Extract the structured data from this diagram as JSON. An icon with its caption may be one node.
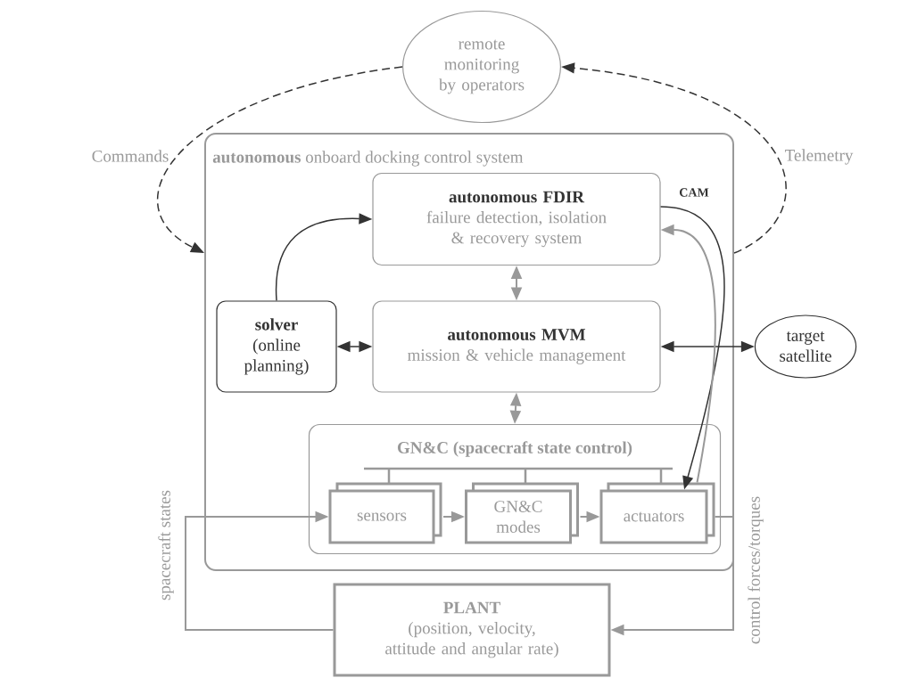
{
  "diagram": {
    "nodes": [
      {
        "text": [
          "remote monitoring by operators"
        ]
      },
      {
        "text": [
          "**autonomous** onboard docking control system"
        ]
      },
      {
        "text": [
          "autonomous FDIR",
          "failure detection, isolation & recovery system"
        ],
        "in": 1
      },
      {
        "text": [
          "solver",
          "(online planning)"
        ],
        "in": 1
      },
      {
        "text": [
          "autonomous MVM",
          "mission & vehicle management"
        ],
        "in": 1
      },
      {
        "text": [
          "GN&C (spacecraft state control)"
        ],
        "in": 1
      },
      {
        "text": [
          "sensors"
        ],
        "in": 5
      },
      {
        "text": [
          "GN&C modes"
        ],
        "in": 5
      },
      {
        "text": [
          "actuators"
        ],
        "in": 5
      },
      {
        "text": [
          "target satellite"
        ]
      },
      {
        "text": [
          "PLANT",
          "(position, velocity, attitude and angular rate)"
        ]
      }
    ],
    "edges": [
      {
        "from": 0,
        "to": 1,
        "arrow": "to",
        "label": "Commands",
        "style": "dashed",
        "color": "#333333"
      },
      {
        "from": 1,
        "to": 0,
        "arrow": "to",
        "label": "Telemetry",
        "style": "dashed",
        "color": "#333333"
      },
      {
        "from": 3,
        "to": 2,
        "arrow": "to",
        "color": "#333333"
      },
      {
        "from": 3,
        "to": 4,
        "arrow": "both",
        "color": "#333333"
      },
      {
        "from": 2,
        "to": 4,
        "arrow": "both"
      },
      {
        "from": 4,
        "to": 5,
        "arrow": "both"
      },
      {
        "from": 4,
        "to": 9,
        "arrow": "both",
        "color": "#333333"
      },
      {
        "from": 2,
        "to": 8,
        "arrow": "to",
        "label": "CAM",
        "color": "#333333"
      },
      {
        "from": 8,
        "to": 2,
        "arrow": "to"
      },
      {
        "from": 6,
        "to": 7,
        "arrow": "to"
      },
      {
        "from": 7,
        "to": 8,
        "arrow": "to"
      },
      {
        "from": 8,
        "to": 10,
        "arrow": "to",
        "label": "control forces/torques"
      },
      {
        "from": 10,
        "to": 6,
        "arrow": "to",
        "label": "spacecraft states"
      }
    ]
  }
}
